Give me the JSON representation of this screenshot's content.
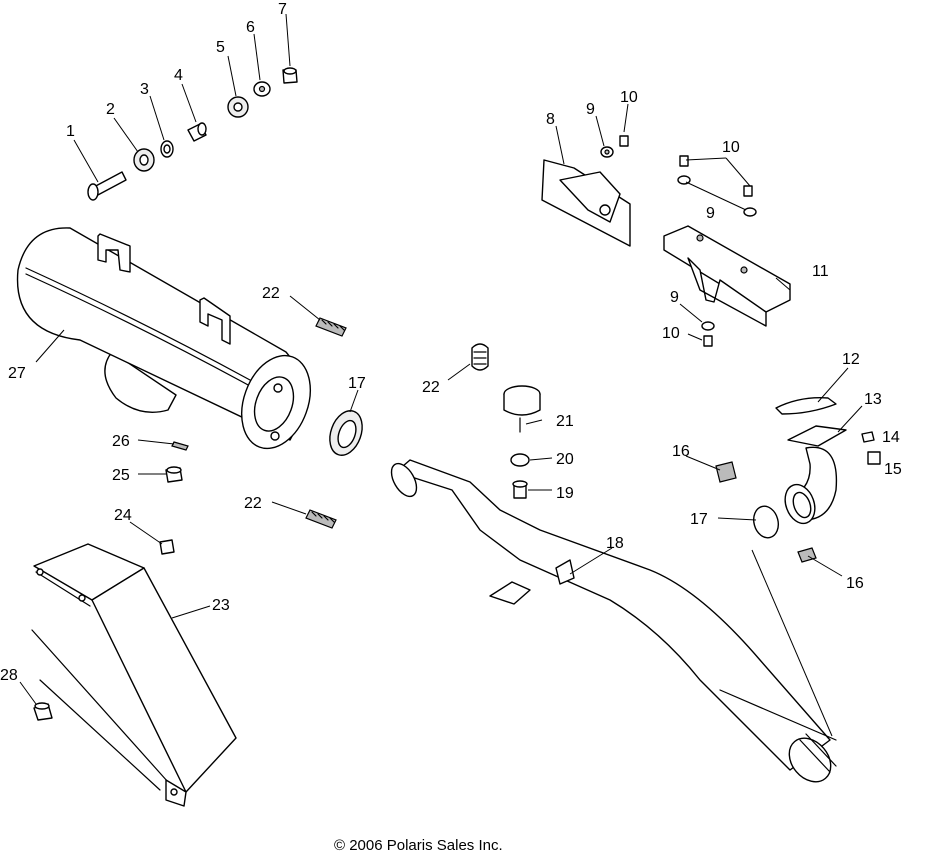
{
  "copyright": "© 2006 Polaris Sales Inc.",
  "callouts": {
    "c1": "1",
    "c2": "2",
    "c3": "3",
    "c4": "4",
    "c5": "5",
    "c6": "6",
    "c7": "7",
    "c8": "8",
    "c9a": "9",
    "c9b": "9",
    "c9c": "9",
    "c10a": "10",
    "c10b": "10",
    "c10c": "10",
    "c11": "11",
    "c12": "12",
    "c13": "13",
    "c14": "14",
    "c15": "15",
    "c16a": "16",
    "c16b": "16",
    "c17a": "17",
    "c17b": "17",
    "c18": "18",
    "c19": "19",
    "c20": "20",
    "c21": "21",
    "c22a": "22",
    "c22b": "22",
    "c22c": "22",
    "c23": "23",
    "c24": "24",
    "c25": "25",
    "c26": "26",
    "c27": "27",
    "c28": "28"
  }
}
